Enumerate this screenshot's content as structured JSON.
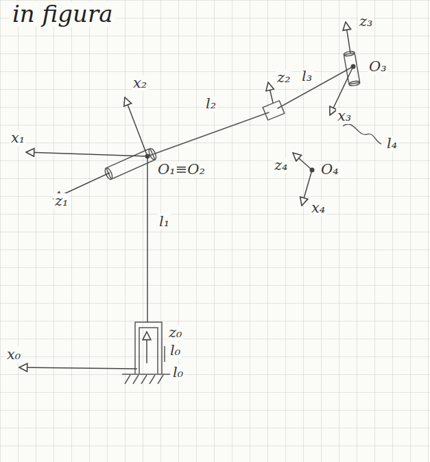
{
  "diagram": {
    "title": "in figura",
    "labels": [
      "z₃",
      "O₃",
      "l₃",
      "x₂",
      "l₂",
      "z₂",
      "x₃",
      "x₁",
      "l₄",
      "z₄",
      "O₄",
      "O₁≡O₂",
      "z₁",
      "x₄",
      "l₁",
      "z₀",
      "l₀",
      "x₀",
      "l₀"
    ]
  }
}
